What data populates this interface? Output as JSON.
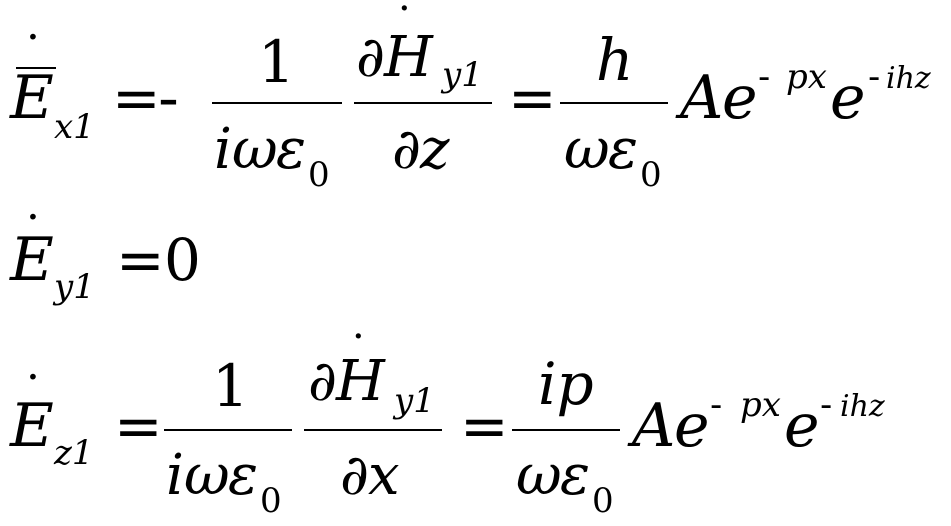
{
  "equations": [
    {
      "lhs": {
        "symbol": "E",
        "sub": "x1",
        "dot": "·",
        "overline": true
      },
      "eq1": "=",
      "minus": "-",
      "frac1": {
        "num": "1",
        "den_i": "i",
        "den_omega": "ω",
        "den_eps": "ε",
        "den_sub": "0"
      },
      "frac2": {
        "partial": "∂",
        "H": "H",
        "H_dot": "·",
        "H_sub": "y1",
        "den_partial": "∂",
        "den_var": "z"
      },
      "eq2": "=",
      "frac3": {
        "num": "h",
        "den_omega": "ω",
        "den_eps": "ε",
        "den_sub": "0"
      },
      "tail": {
        "A": "A",
        "e1": "e",
        "exp1_minus": "-",
        "exp1": "px",
        "e2": "e",
        "exp2_minus": "-",
        "exp2": "ihz"
      }
    },
    {
      "lhs": {
        "symbol": "E",
        "sub": "y1",
        "dot": "·"
      },
      "eq1": "=",
      "value": "0"
    },
    {
      "lhs": {
        "symbol": "E",
        "sub": "z1",
        "dot": "·"
      },
      "eq1": "=",
      "frac1": {
        "num": "1",
        "den_i": "i",
        "den_omega": "ω",
        "den_eps": "ε",
        "den_sub": "0"
      },
      "frac2": {
        "partial": "∂",
        "H": "H",
        "H_dot": "·",
        "H_sub": "y1",
        "den_partial": "∂",
        "den_var": "x"
      },
      "eq2": "=",
      "frac3": {
        "num": "ip",
        "den_omega": "ω",
        "den_eps": "ε",
        "den_sub": "0"
      },
      "tail": {
        "A": "A",
        "e1": "e",
        "exp1_minus": "-",
        "exp1": "px",
        "e2": "e",
        "exp2_minus": "-",
        "exp2": "ihz"
      }
    }
  ]
}
